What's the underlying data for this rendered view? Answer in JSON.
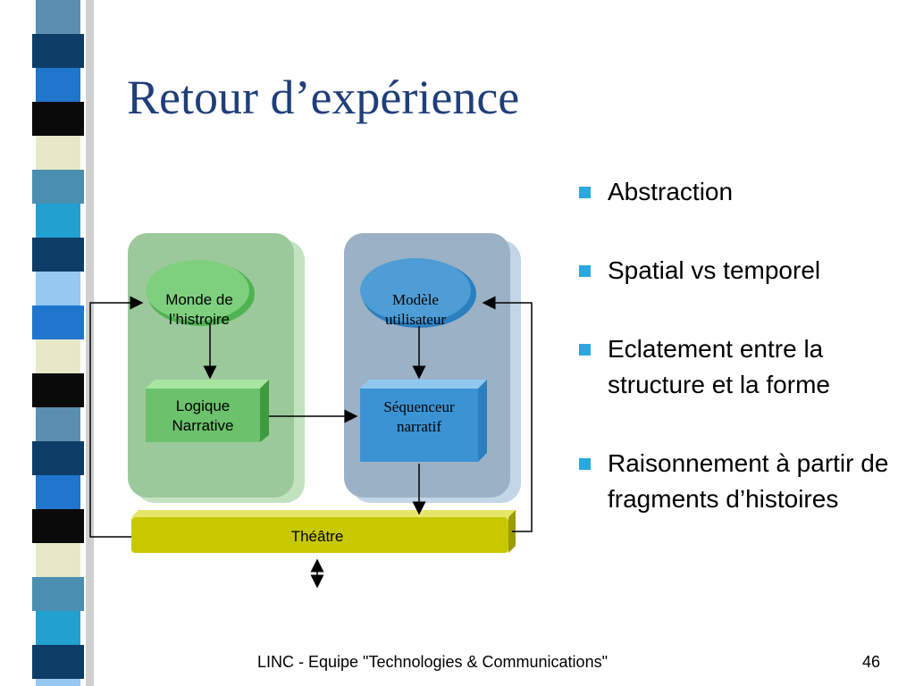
{
  "slide": {
    "title": "Retour d’expérience",
    "bullets": [
      "Abstraction",
      "Spatial vs temporel",
      "Eclatement entre la structure et la forme",
      "Raisonnement à partir de fragments d’histoires"
    ]
  },
  "diagram": {
    "nodes": {
      "monde": "Monde de l’histroire",
      "logique": "Logique Narrative",
      "modele": "Modèle utilisateur",
      "sequenceur": "Séquenceur narratif",
      "theatre": "Théâtre"
    }
  },
  "footer": {
    "text": "LINC - Equipe \"Technologies & Communications\"",
    "page": "46"
  },
  "colors": {
    "title": "#1f3f7a",
    "bullet": "#2aa8e0",
    "green_panel": "#9cc99c",
    "blue_panel": "#9bb1c6",
    "theatre": "#c8c800"
  }
}
